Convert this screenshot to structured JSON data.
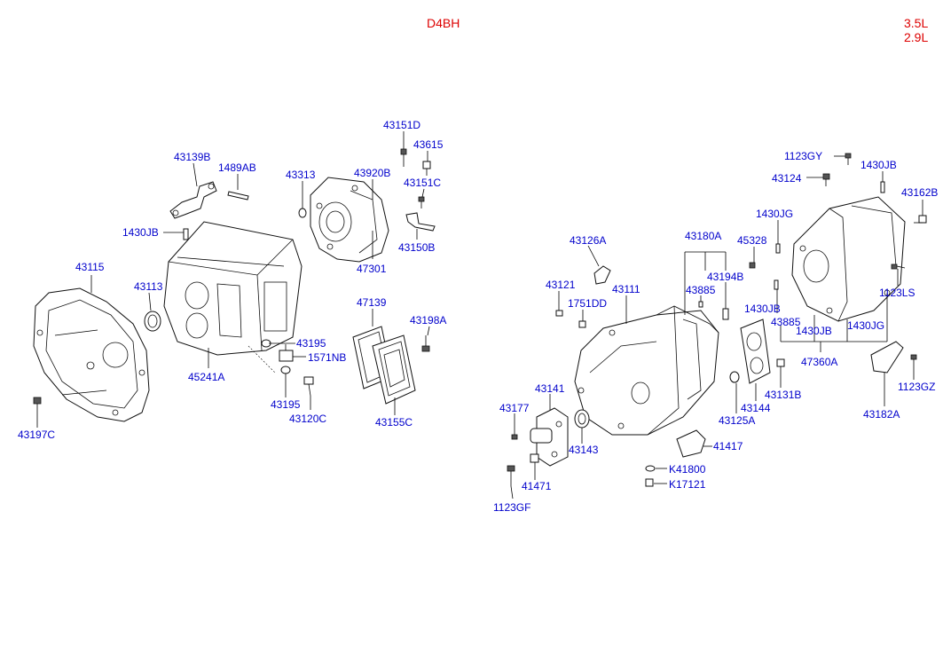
{
  "header": {
    "engine_code": "D4BH",
    "displacement_1": "3.5L",
    "displacement_2": "2.9L"
  },
  "colors": {
    "header_text": "#dd0000",
    "part_label": "#0000cc",
    "line": "#000000"
  },
  "parts": {
    "p43151D": "43151D",
    "p43615": "43615",
    "p43139B": "43139B",
    "p1489AB": "1489AB",
    "p43313": "43313",
    "p43920B": "43920B",
    "p43151C": "43151C",
    "p1430JB_left": "1430JB",
    "p43150B": "43150B",
    "p47301": "47301",
    "p43115": "43115",
    "p43113": "43113",
    "p47139": "47139",
    "p43198A": "43198A",
    "p43195_a": "43195",
    "p1571NB": "1571NB",
    "p45241A": "45241A",
    "p43195_b": "43195",
    "p43120C": "43120C",
    "p43155C": "43155C",
    "p43197C": "43197C",
    "p1123GY": "1123GY",
    "p1430JB_top": "1430JB",
    "p43124": "43124",
    "p43162B": "43162B",
    "p1430JG_top": "1430JG",
    "p43126A": "43126A",
    "p43180A": "43180A",
    "p45328": "45328",
    "p43194B": "43194B",
    "p1123LS": "1123LS",
    "p43121": "43121",
    "p43111": "43111",
    "p43885_a": "43885",
    "p1751DD": "1751DD",
    "p1430JB_mid": "1430JB",
    "p43885_b": "43885",
    "p1430JB_low": "1430JB",
    "p1430JG_low": "1430JG",
    "p47360A": "47360A",
    "p43141": "43141",
    "p43131B": "43131B",
    "p1123GZ": "1123GZ",
    "p43177": "43177",
    "p43144": "43144",
    "p43182A": "43182A",
    "p43125A": "43125A",
    "p43143": "43143",
    "p41417": "41417",
    "pK41800": "K41800",
    "pK17121": "K17121",
    "p41471": "41471",
    "p1123GF": "1123GF"
  }
}
